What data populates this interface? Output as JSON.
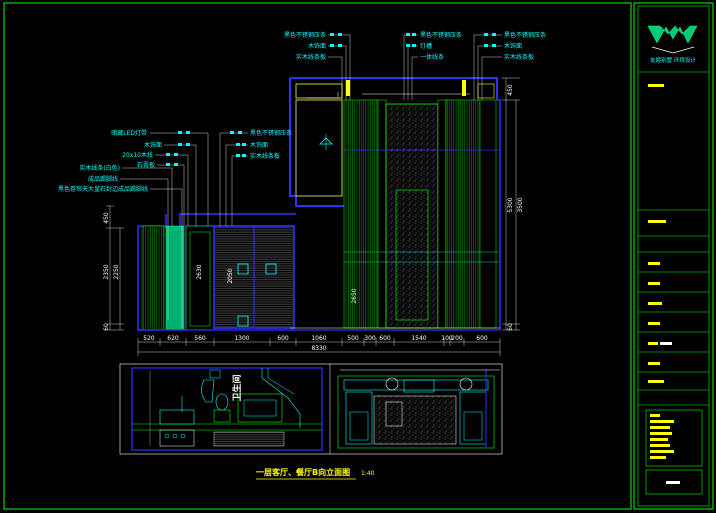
{
  "drawing": {
    "title": "一层客厅、餐厅B向立面图",
    "scale": "1:40",
    "room_tag": "卫生间"
  },
  "title_block": {
    "brand": "友睦别墅 环境设计"
  },
  "dimensions": {
    "bottom": [
      "520",
      "620",
      "560",
      "1300",
      "600",
      "1060",
      "500",
      "300",
      "600",
      "1540",
      "100",
      "200",
      "600"
    ],
    "total": "8330",
    "left": [
      "450",
      "2350",
      "2250",
      "60"
    ],
    "right": [
      "450",
      "5300",
      "3500",
      "60"
    ],
    "inner": [
      "2630",
      "2050",
      "2650"
    ]
  },
  "annotations": {
    "left": [
      "暗藏LED灯带",
      "木饰面",
      "20x10木线",
      "石膏板",
      "实木线条(白色)",
      "成品踢脚线",
      "黑色卷帘天大皇石封边成品踢脚线"
    ],
    "left_mid": [
      "黑色不锈钢压条",
      "木饰面",
      "实木线条板"
    ],
    "top_left": [
      "黑色不锈钢压条",
      "木饰面",
      "实木线条板"
    ],
    "top_mid": [
      "黑色不锈钢压条",
      "灯槽",
      "一体线条"
    ],
    "top_right": [
      "黑色不锈钢压条",
      "木饰面",
      "实木线条板"
    ]
  },
  "colors": {
    "cyan": "#00ffff",
    "green": "#00ff00",
    "yellow": "#ffff00",
    "blue": "#3030ff",
    "white": "#ffffff",
    "magenta": "#ff00ff"
  }
}
